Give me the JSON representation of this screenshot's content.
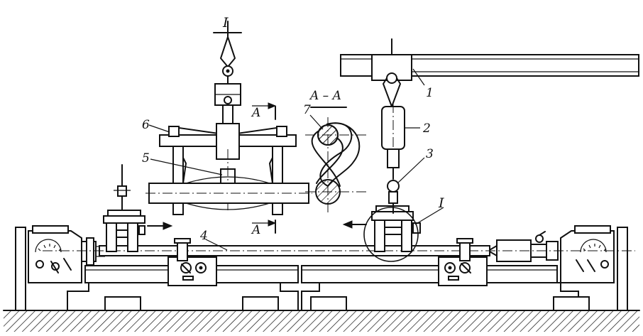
{
  "labels": {
    "callout_1": "1",
    "callout_2": "2",
    "callout_3": "3",
    "callout_4": "4",
    "callout_5": "5",
    "callout_6": "6",
    "callout_7": "7",
    "detail_top": "I",
    "detail_ring": "I",
    "section_title": "A – A",
    "section_mark_top": "A",
    "section_mark_bottom": "A"
  }
}
